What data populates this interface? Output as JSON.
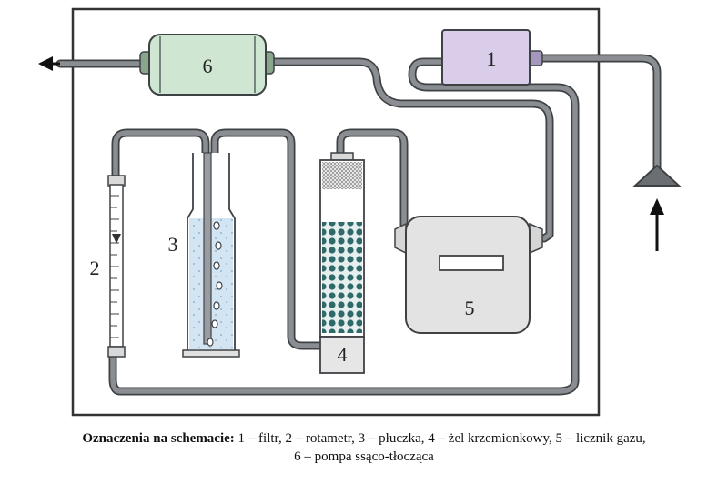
{
  "labels": {
    "filter": "1",
    "rotameter": "2",
    "scrubber": "3",
    "silica_gel": "4",
    "gas_meter": "5",
    "pump": "6"
  },
  "caption": {
    "heading": "Oznaczenia na schemacie:",
    "line1": "1 – filtr, 2 – rotametr, 3 – płuczka, 4 – żel krzemionkowy, 5 – licznik gazu,",
    "line2": "6 – pompa ssąco-tłocząca"
  },
  "colors": {
    "tube": "#6b6f73",
    "pump_fill": "#cfe6d2",
    "filter_fill": "#d9cdea",
    "meter_fill": "#e3e3e3",
    "liquid": "#cfe3f2",
    "gel_bead": "#2f6a6a"
  }
}
